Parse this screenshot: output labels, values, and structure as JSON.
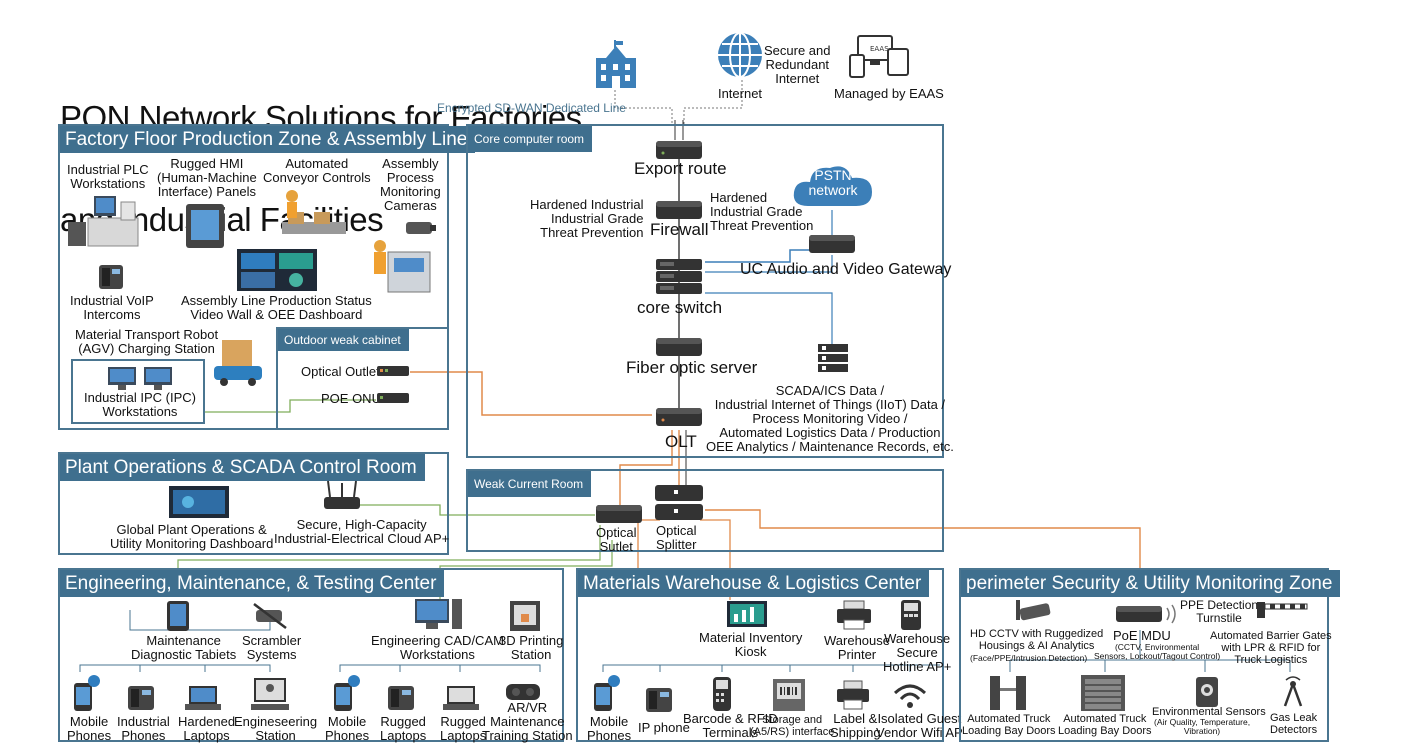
{
  "title_line1": "PON Network Solutions for Factories",
  "title_line2": "and Industrial Facilities",
  "top": {
    "sdwan": "Encrypted SD-WAN Dedicated Line",
    "secure_internet": "Secure and\nRedundant\nInternet",
    "internet": "Internet",
    "managed": "Managed by EAAS",
    "screen_text": "EAAS"
  },
  "colors": {
    "zone_border": "#4a7590",
    "zone_header": "#3f6f8e",
    "fiber_orange": "#e08a4a",
    "link_green": "#7fae5a",
    "link_blue": "#3c7fb8"
  },
  "factory": {
    "header": "Factory Floor Production Zone & Assembly Line",
    "plc": "Industrial PLC\nWorkstations",
    "hmi": "Rugged HMI\n(Human-Machine\nInterface) Panels",
    "conveyor": "Automated\nConveyor Controls",
    "cameras": "Assembly\nProcess\nMonitoring\nCameras",
    "voip": "Industrial VoIP\nIntercoms",
    "videowall": "Assembly Line Production Status\nVideo Wall & OEE Dashboard",
    "agv": "Material Transport Robot\n(AGV) Charging Station",
    "ipc": "Industrial IPC (IPC)\nWorkstations",
    "cabinet_header": "Outdoor weak cabinet",
    "optical_outlet": "Optical Outlet",
    "poe_onu": "POE ONU"
  },
  "core": {
    "header": "Core computer room",
    "export_route": "Export route",
    "fw_left": "Hardened Industrial\nIndustrial Grade\nThreat Prevention",
    "fw_right": "Hardened\nIndustrial Grade\nThreat Prevention",
    "firewall": "Firewall",
    "pstn": "PSTN\nnetwork",
    "uc_gateway": "UC Audio and Video Gateway",
    "core_switch": "core switch",
    "fiber_server": "Fiber optic server",
    "data_types": "SCADA/ICS Data /\nIndustrial Internet of Things (IIoT) Data /\nProcess Monitoring Video /\nAutomated Logistics Data / Production\nOEE Analytics / Maintenance Records, etc.",
    "olt": "OLT"
  },
  "plant": {
    "header": "Plant Operations & SCADA Control Room",
    "dashboard": "Global Plant Operations &\nUtility Monitoring Dashboard",
    "ap": "Secure, High-Capacity\nIndustrial-Electrical Cloud AP+"
  },
  "weak": {
    "header": "Weak Current Room",
    "outlet": "Optical\nSutlet",
    "splitter": "Optical\nSplitter"
  },
  "eng": {
    "header": "Engineering, Maintenance, & Testing Center",
    "tablets": "Maintenance\nDiagnostic Tabiets",
    "scrambler": "Scrambler\nSystems",
    "cad": "Engineering CAD/CAM\nWorkstations",
    "printing": "3D Printing\nStation",
    "mobile": "Mobile\nPhones",
    "ind_phones": "Industrial\nPhones",
    "hard_laptops": "Hardened\nLaptops",
    "eng_station": "Engineseering\nStation",
    "mobile2": "Mobile\nPhones",
    "rugged_laptops": "Rugged\nLaptops",
    "rugged_laptops2": "Rugged\nLaptops",
    "arvr": "AR/VR\nMaintenance\nTraining Station"
  },
  "warehouse": {
    "header": "Materials Warehouse & Logistics Center",
    "kiosk": "Material Inventory\nKiosk",
    "printer": "Warehouse\nPrinter",
    "hotline": "Warehouse\nSecure\nHotline AP+",
    "mobile": "Mobile\nPhones",
    "ip_phone": "IP phone",
    "barcode": "Barcode & RFID\nTerminals",
    "storage": "Storage and\n(A5/RS) interface",
    "label": "Label &\nShipping",
    "guest_wifi": "Isolated Guest\nVendor Wifi AP"
  },
  "perimeter": {
    "header": "perimeter Security & Utility Monitoring Zone",
    "cctv": "HD CCTV with Ruggedized\nHousings & AI Analytics",
    "cctv_sub": "(Face/PPE/Intrusion Detection)",
    "poe_mdu": "PoE MDU",
    "poe_mdu_sub": "(CCTV, Environmental\nSensors, Lockout/Tagout Control)",
    "turnstile": "PPE Detection\nTurnstile",
    "barrier": "Automated Barrier Gates\nwith LPR & RFID for\nTruck Logistics",
    "dock1": "Automated Truck\nLoading Bay Doors",
    "dock2": "Automated Truck\nLoading Bay Doors",
    "env": "Environmental Sensors",
    "env_sub": "(Air Quality, Temperature,\nVibration)",
    "gas": "Gas Leak\nDetectors"
  }
}
